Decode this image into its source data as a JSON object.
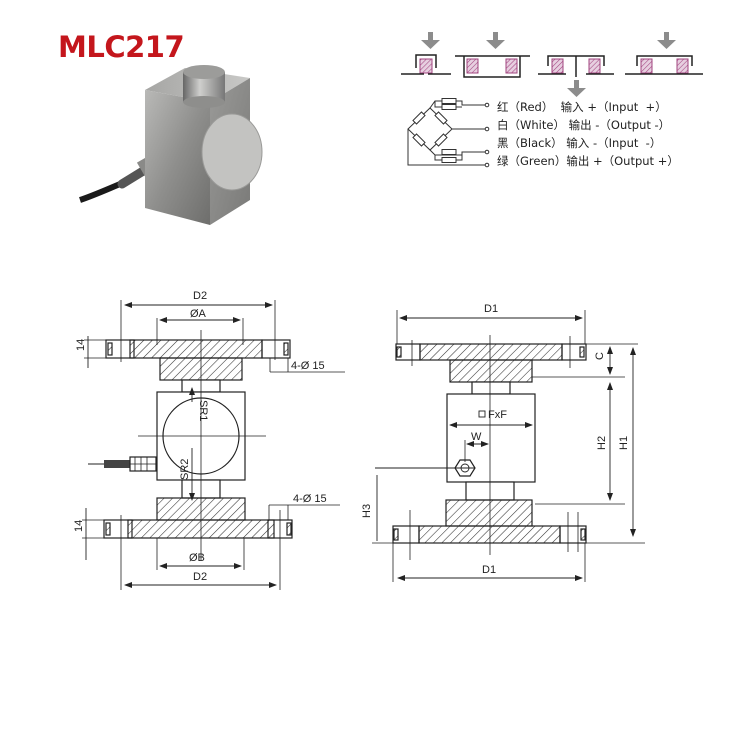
{
  "header": {
    "model_title": "MLC217",
    "title_color": "#c4161c"
  },
  "product_photo": {
    "description": "stainless steel cube load cell with top button and side cable gland"
  },
  "mounting_modes": {
    "count": 4,
    "arrow_color": "#888888",
    "sensor_color": "#a2447f",
    "items": [
      {
        "name": "single-cell-press",
        "arrow": "down"
      },
      {
        "name": "two-cell-beam-press",
        "arrow": "down"
      },
      {
        "name": "two-cell-hang",
        "arrow": "down-below"
      },
      {
        "name": "two-cell-platform-press",
        "arrow": "down"
      }
    ]
  },
  "wiring": {
    "rows": [
      {
        "color_cn": "红",
        "color_en": "（Red）",
        "func_cn": "输入",
        "func_en": "+（Input  +）"
      },
      {
        "color_cn": "白",
        "color_en": "（White）",
        "func_cn": "输出",
        "func_en": "-（Output -）"
      },
      {
        "color_cn": "黑",
        "color_en": "（Black）",
        "func_cn": "输入",
        "func_en": "-（Input  -）"
      },
      {
        "color_cn": "绿",
        "color_en": "（Green）",
        "func_cn": "输出",
        "func_en": "+（Output +）"
      }
    ]
  },
  "front_view": {
    "dims": {
      "top_width": "D2",
      "top_bore": "ØA",
      "flange_thickness_top": "14",
      "holes_top": "4-Ø 15",
      "radius1": "SR1",
      "radius2": "SR2",
      "holes_bottom": "4-Ø 15",
      "flange_thickness_bottom": "14",
      "bottom_bore": "ØB",
      "bottom_width": "D2"
    }
  },
  "side_view": {
    "dims": {
      "top_width": "D1",
      "flange_c": "C",
      "section": "FxF",
      "gland_offset": "W",
      "height_h2": "H2",
      "height_h1": "H1",
      "height_h3": "H3",
      "bottom_width": "D1"
    }
  }
}
